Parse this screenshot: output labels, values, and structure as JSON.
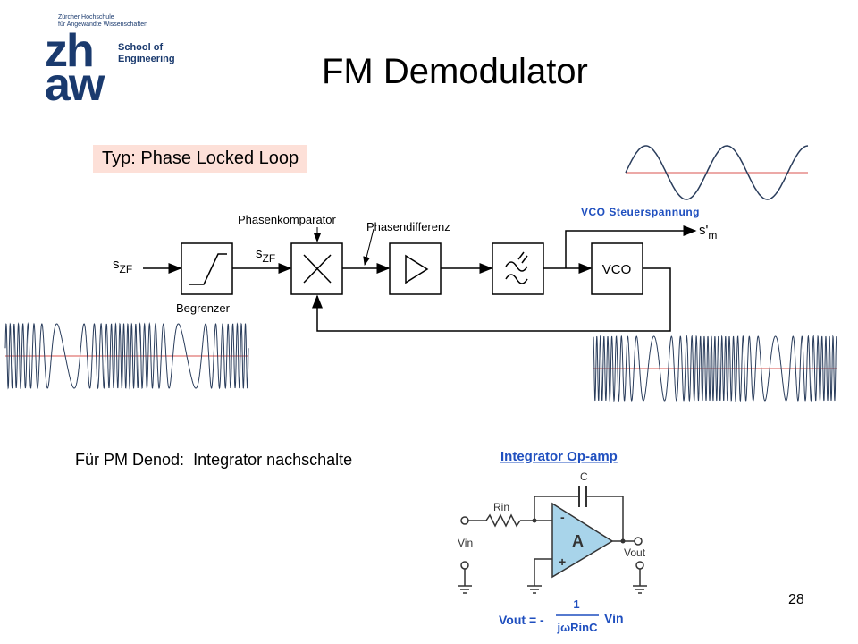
{
  "logo": {
    "institution_line1": "Zürcher Hochschule",
    "institution_line2": "für Angewandte Wissenschaften",
    "letters_top": "zh",
    "letters_bottom": "aw",
    "school_line1": "School of",
    "school_line2": "Engineering",
    "color": "#1a3a6e"
  },
  "slide": {
    "title": "FM Demodulator",
    "type_label": "Typ: Phase Locked Loop",
    "page_number": "28"
  },
  "pll": {
    "input_signal": "s",
    "input_sub": "ZF",
    "limited_signal": "s",
    "limited_sub": "ZF",
    "limiter_label": "Begrenzer",
    "comparator_label": "Phasenkomparator",
    "phase_diff_label": "Phasendifferenz",
    "vco_block": "VCO",
    "vco_control_label": "VCO Steuerspannung",
    "output_signal": "s'",
    "output_sub": "m"
  },
  "pm_note": {
    "prefix": "Für PM Denod:",
    "text": "Integrator nachschalte"
  },
  "integrator": {
    "title": "Integrator Op-amp",
    "cap_label": "C",
    "resistor_label": "Rin",
    "amp_label": "A",
    "minus": "-",
    "plus": "+",
    "vin_label": "Vin",
    "vout_label": "Vout",
    "formula_lhs": "Vout = -",
    "formula_num": "1",
    "formula_den": "jωRinC",
    "formula_rhs": "Vin",
    "accent_color": "#1f4fbf",
    "amp_fill": "#a8d4ea"
  }
}
